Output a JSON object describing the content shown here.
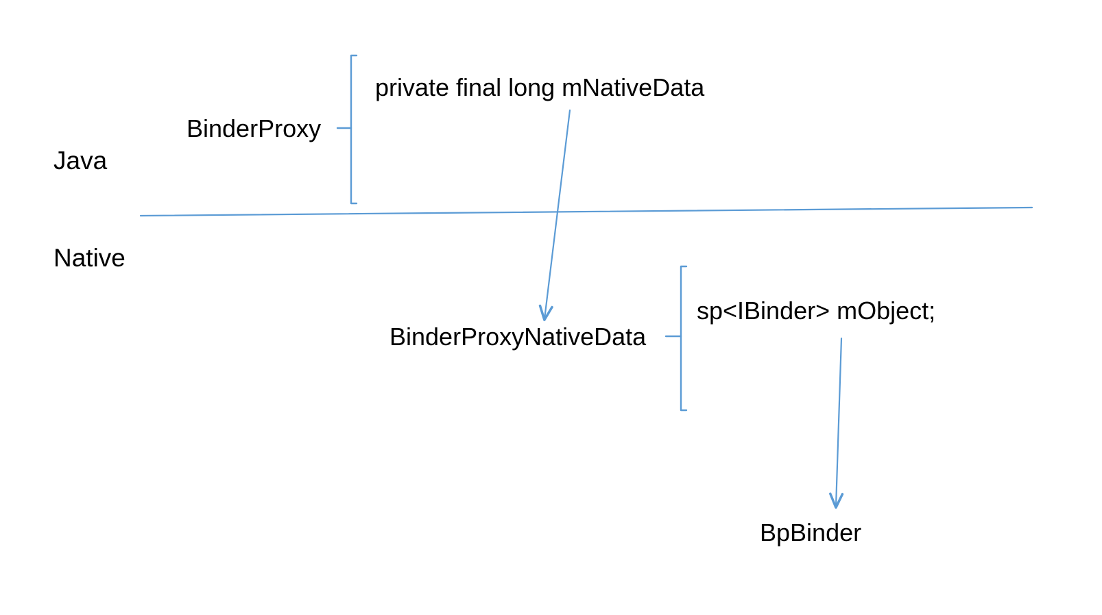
{
  "diagram": {
    "title_text": "",
    "background_color": "#ffffff",
    "line_color": "#5B9BD5",
    "text_color": "#000000",
    "layers": [
      {
        "id": "java",
        "label": "Java"
      },
      {
        "id": "native",
        "label": "Native"
      }
    ],
    "nodes": [
      {
        "id": "binderproxy",
        "label": "BinderProxy",
        "layer": "java"
      },
      {
        "id": "mnativedata",
        "label": "private final long mNativeData",
        "layer": "java"
      },
      {
        "id": "binderproxynativedata",
        "label": "BinderProxyNativeData",
        "layer": "native"
      },
      {
        "id": "mobject",
        "label": "sp<IBinder> mObject;",
        "layer": "native"
      },
      {
        "id": "bpbinder",
        "label": "BpBinder",
        "layer": "native"
      }
    ],
    "brackets": [
      {
        "id": "binderproxy-bracket",
        "owner": "BinderProxy",
        "contains": "private final long mNativeData"
      },
      {
        "id": "binderproxynativedata-bracket",
        "owner": "BinderProxyNativeData",
        "contains": "sp<IBinder> mObject;"
      }
    ],
    "connectors": [
      {
        "id": "mnativedata-to-bpnd",
        "from": "private final long mNativeData",
        "to": "BinderProxyNativeData",
        "style": "arrow"
      },
      {
        "id": "mobject-to-bpbinder",
        "from": "sp<IBinder> mObject;",
        "to": "BpBinder",
        "style": "arrow"
      }
    ],
    "divider": {
      "id": "java-native-divider",
      "label": ""
    }
  }
}
